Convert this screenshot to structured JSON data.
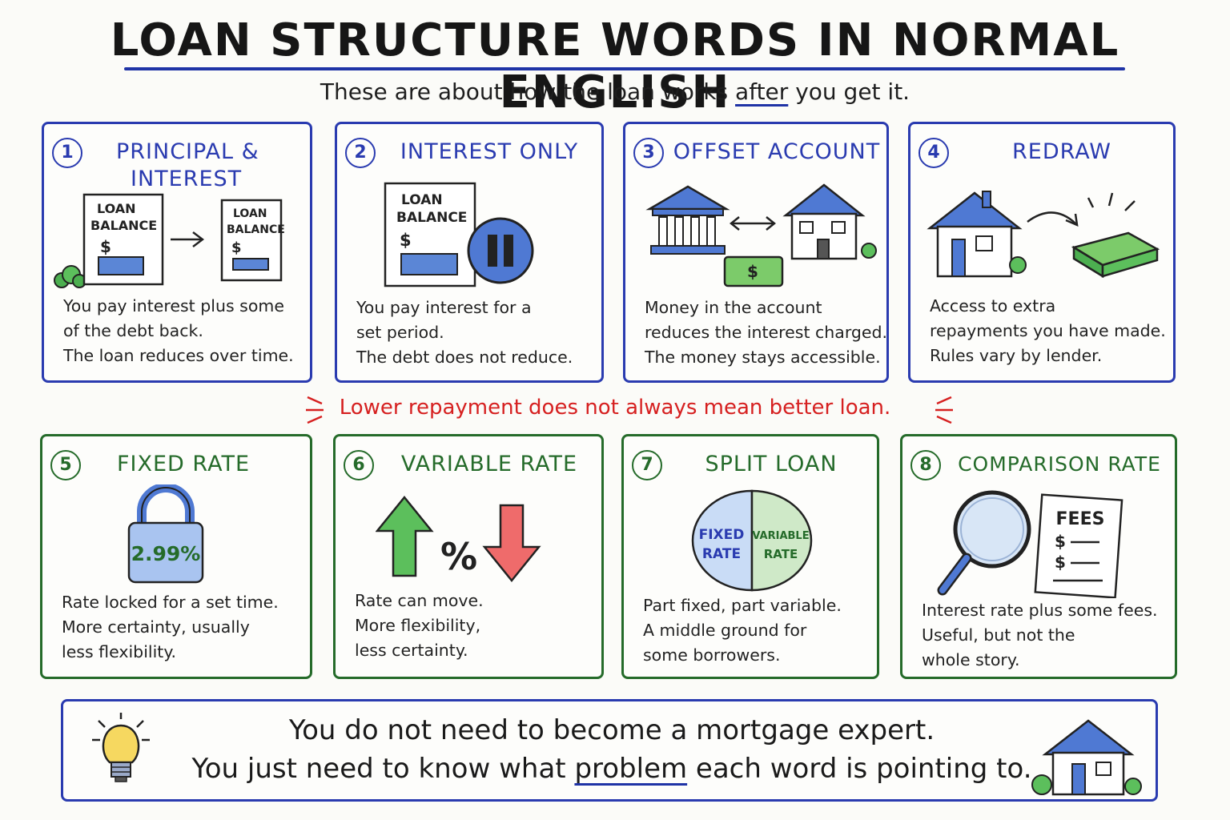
{
  "title": "LOAN STRUCTURE WORDS IN NORMAL ENGLISH",
  "subtitle": {
    "before": "These are about how the loan works ",
    "emph": "after",
    "after": " you get it."
  },
  "cards": [
    {
      "num": "1",
      "title": [
        "PRINCIPAL &",
        "INTEREST"
      ],
      "desc": [
        "You pay interest plus some",
        "of the debt back.",
        "The loan reduces over time."
      ],
      "labels": {
        "doc1": [
          "LOAN",
          "BALANCE",
          "$"
        ],
        "doc2": [
          "LOAN",
          "BALANCE",
          "$"
        ]
      }
    },
    {
      "num": "2",
      "title": [
        "INTEREST ONLY"
      ],
      "desc": [
        "You pay interest for a",
        "set period.",
        "The debt does not reduce."
      ],
      "labels": {
        "doc": [
          "LOAN",
          "BALANCE",
          "$"
        ]
      }
    },
    {
      "num": "3",
      "title": [
        "OFFSET ACCOUNT"
      ],
      "desc": [
        "Money in the account",
        "reduces the interest charged.",
        "The money stays accessible."
      ],
      "labels": {
        "cash": "$"
      }
    },
    {
      "num": "4",
      "title": [
        "REDRAW"
      ],
      "desc": [
        "Access to extra",
        "repayments you have made.",
        "Rules vary by lender."
      ]
    },
    {
      "num": "5",
      "title": [
        "FIXED RATE"
      ],
      "desc": [
        "Rate locked for a set time.",
        "More certainty, usually",
        "less flexibility."
      ],
      "labels": {
        "lock": "2.99%"
      }
    },
    {
      "num": "6",
      "title": [
        "VARIABLE RATE"
      ],
      "desc": [
        "Rate can move.",
        "More flexibility,",
        "less certainty."
      ],
      "labels": {
        "percent": "%"
      }
    },
    {
      "num": "7",
      "title": [
        "SPLIT LOAN"
      ],
      "desc": [
        "Part fixed, part variable.",
        "A middle ground for",
        "some borrowers."
      ],
      "labels": {
        "left": [
          "FIXED",
          "RATE"
        ],
        "right": [
          "VARIABLE",
          "RATE"
        ]
      }
    },
    {
      "num": "8",
      "title": [
        "COMPARISON RATE"
      ],
      "desc": [
        "Interest rate plus some fees.",
        "Useful, but not the",
        "whole story."
      ],
      "labels": {
        "fees": "FEES",
        "d1": "$",
        "d2": "$"
      }
    }
  ],
  "warning": "Lower repayment does not always mean better loan.",
  "bottom": {
    "line1": "You do not need to become a mortgage expert.",
    "line2_before": "You just need to know what ",
    "line2_emph": "problem",
    "line2_after": " each word is pointing to."
  },
  "colors": {
    "blue": "#2a3bb0",
    "green": "#256b2a",
    "red": "#d62020"
  }
}
